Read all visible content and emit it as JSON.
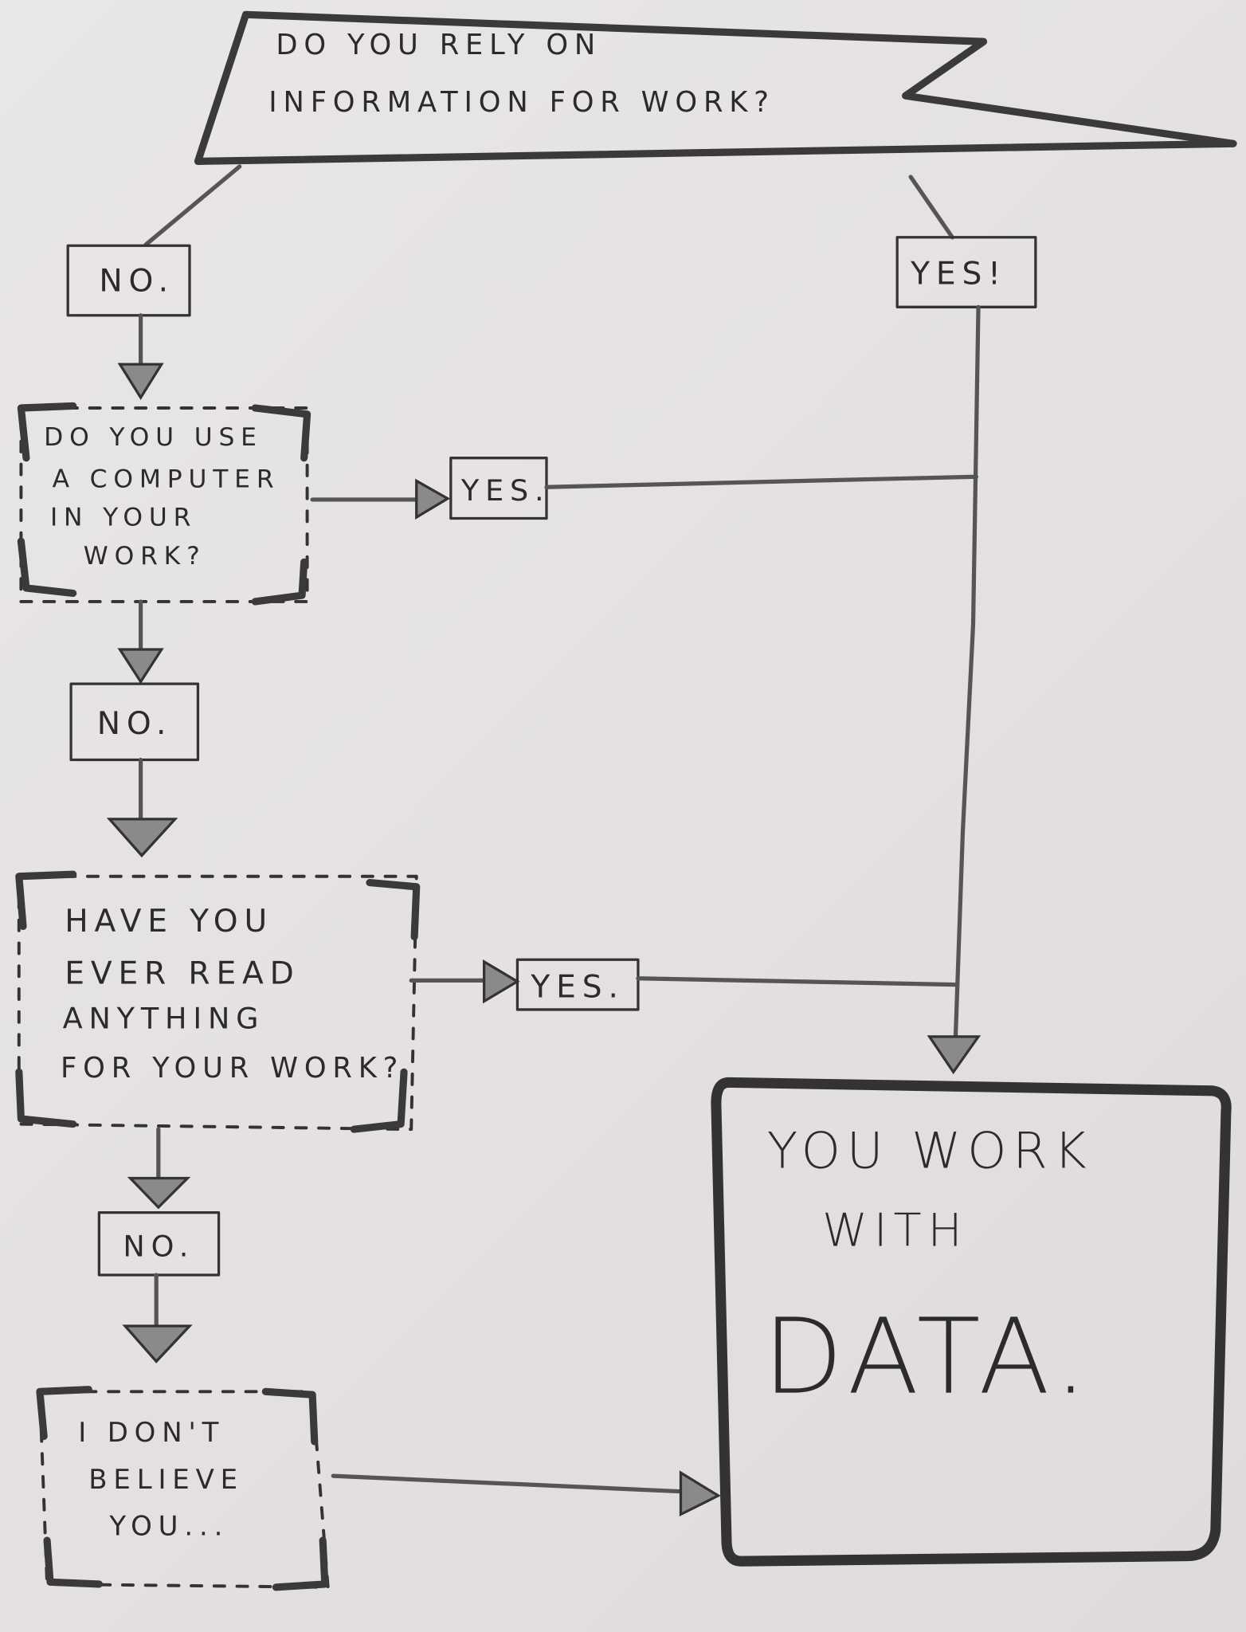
{
  "title": {
    "line1": "DO YOU RELY ON",
    "line2": "INFORMATION FOR WORK?"
  },
  "answers": {
    "no_1": "NO.",
    "yes_1": "YES!",
    "yes_2": "YES.",
    "no_2": "NO.",
    "yes_3": "YES.",
    "no_3": "NO."
  },
  "questions": {
    "computer": [
      "DO YOU USE",
      "A COMPUTER",
      "IN YOUR",
      "WORK?"
    ],
    "read": [
      "HAVE YOU",
      "EVER READ",
      "ANYTHING",
      "FOR YOUR WORK?"
    ],
    "disbelief": [
      "I DON'T",
      "BELIEVE",
      "YOU..."
    ]
  },
  "result": {
    "line1": "YOU WORK",
    "line2": "WITH",
    "line3": "DATA."
  },
  "colors": {
    "paper": "#e6e2e4",
    "ink": "#333333"
  }
}
